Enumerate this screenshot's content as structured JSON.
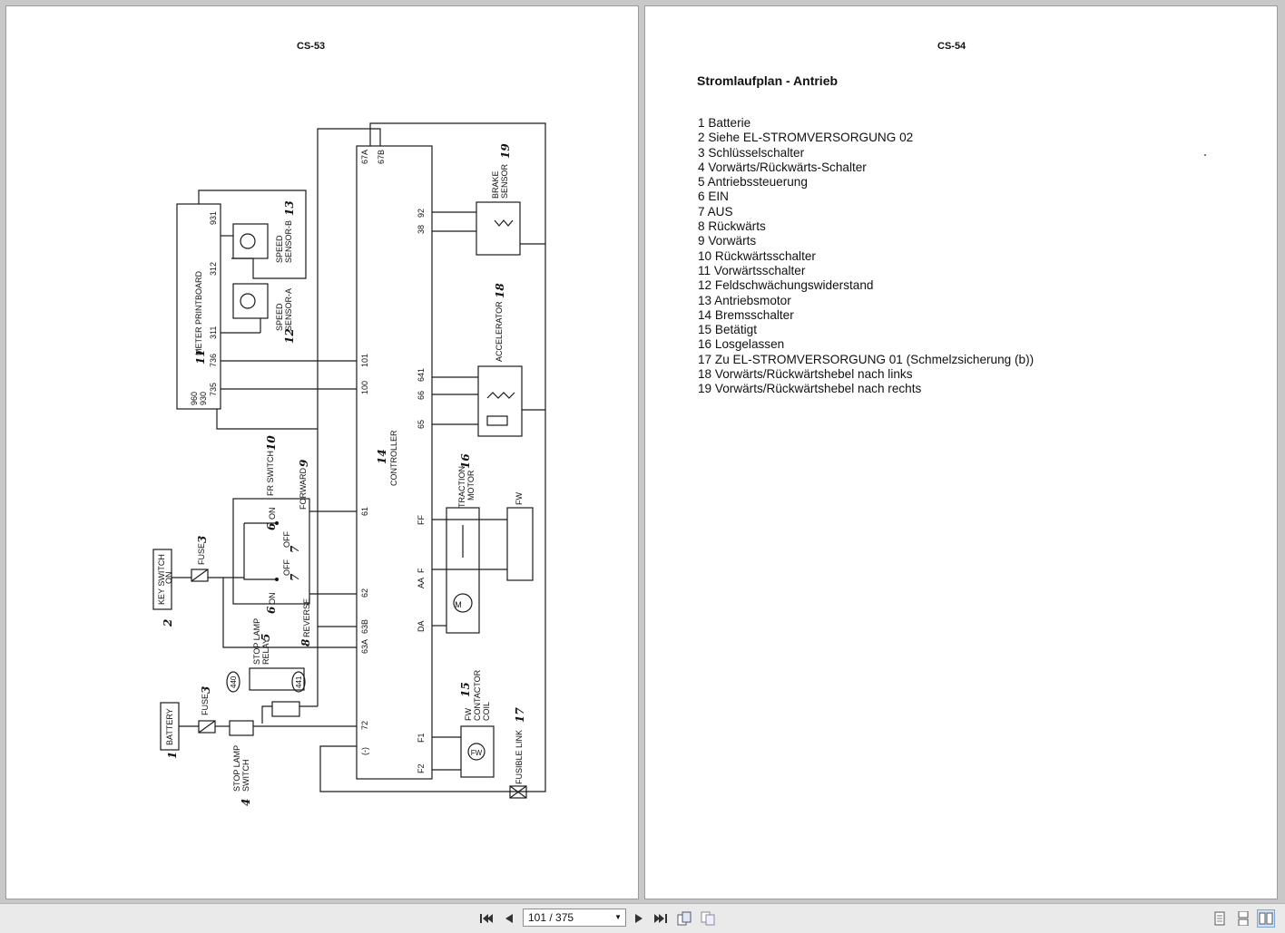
{
  "viewer": {
    "pager_text": "101 / 375",
    "icons": [
      "first-page-icon",
      "prev-page-icon",
      "next-page-icon",
      "last-page-icon",
      "rotate-icon",
      "rotate-back-icon",
      "single-page-icon",
      "continuous-icon",
      "two-page-icon"
    ]
  },
  "left_page": {
    "page_number": "CS-53",
    "diagram": {
      "meter_printboard": "METER PRINTBOARD",
      "meter_pins": [
        "931",
        "312",
        "311",
        "736",
        "735",
        "960",
        "930"
      ],
      "speed_sensor_b": "SPEED",
      "speed_sensor_b2": "SENSOR-B",
      "speed_sensor_a": "SPEED",
      "speed_sensor_a2": "SENSOR-A",
      "controller": "CONTROLLER",
      "controller_pins": [
        "67A",
        "67B",
        "38",
        "92",
        "101",
        "100",
        "66",
        "641",
        "65",
        "61",
        "FF",
        "AA",
        "F",
        "62",
        "DA",
        "63A",
        "63B",
        "72",
        "(-)",
        "F1",
        "F2"
      ],
      "brake_sensor": "BRAKE",
      "brake_sensor2": "SENSOR",
      "accelerator": "ACCELERATOR",
      "traction_motor": "TRACTION",
      "traction_motor2": "MOTOR",
      "fw_label": "FW",
      "fw_contactor": "FW",
      "fw_contactor2": "CONTACTOR",
      "fw_contactor3": "COIL",
      "fusible_link": "FUSIBLE LINK",
      "fr_switch": "FR SWITCH",
      "forward": "FORWARD",
      "reverse": "REVERSE",
      "on1": "ON",
      "on2": "ON",
      "off1": "OFF",
      "off2": "OFF",
      "key_switch": "KEY SWITCH",
      "key_switch2": "ON",
      "fuse_top": "FUSE",
      "fuse_bottom": "FUSE",
      "stop_lamp_relay": "STOP LAMP",
      "stop_lamp_relay2": "RELAY",
      "relay_440": "440",
      "relay_441": "441",
      "battery": "BATTERY",
      "stop_lamp_switch": "STOP LAMP",
      "stop_lamp_switch2": "SWITCH",
      "motor_m": "M",
      "coil_fw": "FW",
      "num": {
        "n1": "1",
        "n2": "2",
        "n3": "3",
        "n3b": "3",
        "n4": "4",
        "n5": "5",
        "n6": "6",
        "n6b": "6",
        "n7": "7",
        "n7b": "7",
        "n8": "8",
        "n9": "9",
        "n10": "10",
        "n11": "11",
        "n12": "12",
        "n13": "13",
        "n14": "14",
        "n15": "15",
        "n16": "16",
        "n17": "17",
        "n18": "18",
        "n19": "19"
      }
    }
  },
  "right_page": {
    "page_number": "CS-54",
    "title": "Stromlaufplan - Antrieb",
    "legend": [
      "1 Batterie",
      "2 Siehe EL-STROMVERSORGUNG 02",
      "3 Schlüsselschalter",
      "4 Vorwärts/Rückwärts-Schalter",
      "5 Antriebssteuerung",
      "6 EIN",
      "7 AUS",
      "8 Rückwärts",
      "9 Vorwärts",
      "10 Rückwärtsschalter",
      "11 Vorwärtsschalter",
      "12 Feldschwächungswiderstand",
      "13 Antriebsmotor",
      "14 Bremsschalter",
      "15 Betätigt",
      "16 Losgelassen",
      "17 Zu EL-STROMVERSORGUNG 01 (Schmelzsicherung (b))",
      "18 Vorwärts/Rückwärtshebel nach links",
      "19 Vorwärts/Rückwärtshebel nach rechts"
    ]
  },
  "colors": {
    "background": "#c8c8c8",
    "page": "#ffffff",
    "toolbar": "#eaeaea",
    "active_view": "#cfe0f5"
  }
}
